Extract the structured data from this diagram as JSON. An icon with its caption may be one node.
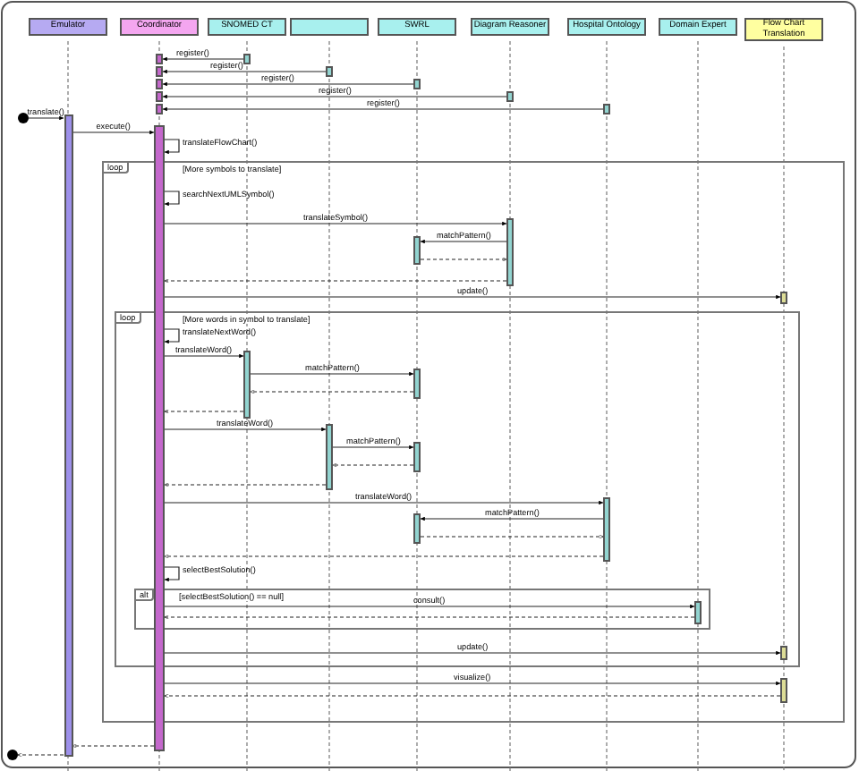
{
  "diagram": {
    "nodes": [
      {
        "text": [
          "Emulator"
        ]
      },
      {
        "text": [
          "Coordinator"
        ]
      },
      {
        "text": [
          "SNOMED CT"
        ]
      },
      {
        "text": [],
        "shape": "box"
      },
      {
        "text": [
          "SWRL"
        ]
      },
      {
        "text": [
          "Diagram Reasoner"
        ]
      },
      {
        "text": [
          "Hospital Ontology"
        ]
      },
      {
        "text": [
          "Domain Expert"
        ]
      },
      {
        "text": [
          "Flow Chart Translation"
        ]
      },
      {
        "text": [],
        "shape": "circle"
      },
      {
        "text": [],
        "shape": "circle"
      },
      {
        "text": [],
        "shape": "bar"
      },
      {
        "text": [],
        "shape": "bar"
      },
      {
        "text": [],
        "shape": "bar"
      },
      {
        "text": [],
        "shape": "bar"
      },
      {
        "text": [],
        "shape": "bar"
      },
      {
        "text": [],
        "shape": "bar"
      },
      {
        "text": [],
        "shape": "bar"
      },
      {
        "text": [],
        "shape": "bar"
      },
      {
        "text": [],
        "shape": "bar"
      },
      {
        "text": [],
        "shape": "bar"
      },
      {
        "text": [],
        "shape": "bar"
      },
      {
        "text": [],
        "shape": "bar"
      },
      {
        "text": [
          "loop",
          "[More symbols to translate]"
        ]
      },
      {
        "text": [
          "loop",
          "[More words in symbol to translate]"
        ],
        "in": 23
      },
      {
        "text": [
          "alt",
          "[selectBestSolution() == null]"
        ],
        "in": 24
      },
      {
        "text": [],
        "shape": "bar",
        "in": 23
      },
      {
        "text": [],
        "shape": "bar",
        "in": 23
      },
      {
        "text": [],
        "shape": "bar",
        "in": 23
      },
      {
        "text": [],
        "shape": "bar",
        "in": 24
      },
      {
        "text": [],
        "shape": "bar",
        "in": 24
      },
      {
        "text": [],
        "shape": "bar",
        "in": 24
      },
      {
        "text": [],
        "shape": "bar",
        "in": 24
      },
      {
        "text": [],
        "shape": "bar",
        "in": 24
      },
      {
        "text": [],
        "shape": "bar",
        "in": 24
      },
      {
        "text": [],
        "shape": "bar",
        "in": 25
      },
      {
        "text": [],
        "shape": "bar",
        "in": 24
      },
      {
        "text": [],
        "shape": "bar",
        "in": 23
      }
    ],
    "edges": [
      {
        "from": 12,
        "to": 11,
        "arrow": "to",
        "label": "register()"
      },
      {
        "from": 14,
        "to": 13,
        "arrow": "to",
        "label": "register()"
      },
      {
        "from": 16,
        "to": 15,
        "arrow": "to",
        "label": "register()"
      },
      {
        "from": 18,
        "to": 17,
        "arrow": "to",
        "label": "register()"
      },
      {
        "from": 20,
        "to": 19,
        "arrow": "to",
        "label": "register()"
      },
      {
        "from": 9,
        "to": 21,
        "arrow": "to",
        "label": "translate()"
      },
      {
        "from": 21,
        "to": 22,
        "arrow": "to",
        "label": "execute()"
      },
      {
        "from": 22,
        "to": 22,
        "arrow": "to",
        "label": "translateFlowChart()"
      },
      {
        "from": 22,
        "to": 22,
        "arrow": "to",
        "label": "searchNextUMLSymbol()"
      },
      {
        "from": 22,
        "to": 26,
        "arrow": "to",
        "label": "translateSymbol()"
      },
      {
        "from": 26,
        "to": 27,
        "arrow": "to",
        "label": "matchPattern()"
      },
      {
        "from": 27,
        "to": 26,
        "arrow": "to",
        "style": "dashed"
      },
      {
        "from": 26,
        "to": 22,
        "arrow": "to",
        "style": "dashed"
      },
      {
        "from": 22,
        "to": 28,
        "arrow": "to",
        "label": "update()"
      },
      {
        "from": 22,
        "to": 22,
        "arrow": "to",
        "label": "translateNextWord()"
      },
      {
        "from": 22,
        "to": 29,
        "arrow": "to",
        "label": "translateWord()"
      },
      {
        "from": 29,
        "to": 30,
        "arrow": "to",
        "label": "matchPattern()"
      },
      {
        "from": 30,
        "to": 29,
        "arrow": "to",
        "style": "dashed"
      },
      {
        "from": 29,
        "to": 22,
        "arrow": "to",
        "style": "dashed"
      },
      {
        "from": 22,
        "to": 31,
        "arrow": "to",
        "label": "translateWord()"
      },
      {
        "from": 31,
        "to": 32,
        "arrow": "to",
        "label": "matchPattern()"
      },
      {
        "from": 32,
        "to": 31,
        "arrow": "to",
        "style": "dashed"
      },
      {
        "from": 31,
        "to": 22,
        "arrow": "to",
        "style": "dashed"
      },
      {
        "from": 22,
        "to": 33,
        "arrow": "to",
        "label": "translateWord()"
      },
      {
        "from": 33,
        "to": 34,
        "arrow": "to",
        "label": "matchPattern()"
      },
      {
        "from": 34,
        "to": 33,
        "arrow": "to",
        "style": "dashed"
      },
      {
        "from": 33,
        "to": 22,
        "arrow": "to",
        "style": "dashed"
      },
      {
        "from": 22,
        "to": 22,
        "arrow": "to",
        "label": "selectBestSolution()"
      },
      {
        "from": 22,
        "to": 35,
        "arrow": "to",
        "label": "consult()"
      },
      {
        "from": 35,
        "to": 22,
        "arrow": "to",
        "style": "dashed"
      },
      {
        "from": 22,
        "to": 36,
        "arrow": "to",
        "label": "update()"
      },
      {
        "from": 22,
        "to": 37,
        "arrow": "to",
        "label": "visualize()"
      },
      {
        "from": 37,
        "to": 22,
        "arrow": "to",
        "style": "dashed"
      },
      {
        "from": 22,
        "to": 21,
        "arrow": "to",
        "style": "dashed"
      },
      {
        "from": 21,
        "to": 10,
        "arrow": "to",
        "style": "dashed"
      }
    ]
  }
}
